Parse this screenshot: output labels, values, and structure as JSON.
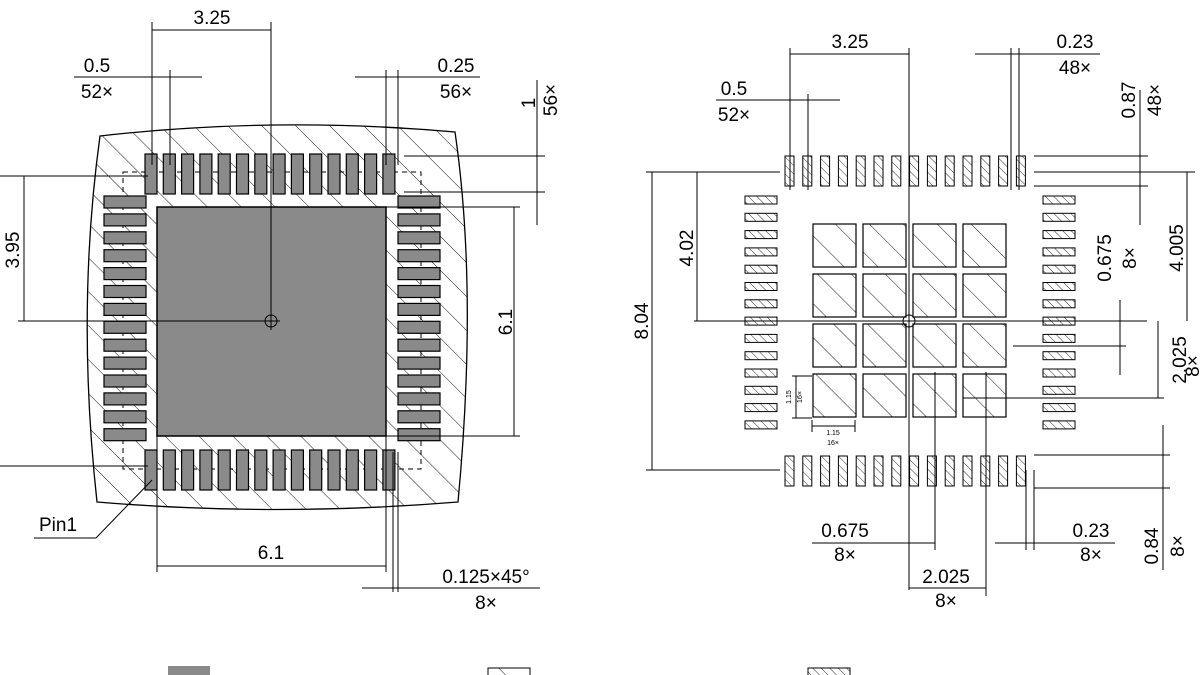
{
  "left_view": {
    "dims": {
      "top_width": "3.25",
      "pitch_val": "0.5",
      "pitch_count": "52×",
      "lead_w_val": "0.25",
      "lead_w_count": "56×",
      "rot_val": "1",
      "rot_count": "56×",
      "left_height": "3.95",
      "right_height": "6.1",
      "bottom_width": "6.1",
      "chamfer_val": "0.125×45°",
      "chamfer_count": "8×"
    },
    "pin1_label": "Pin1"
  },
  "right_view": {
    "dims": {
      "top_width": "3.25",
      "pitch_val": "0.5",
      "pitch_count": "52×",
      "pad_w_val": "0.23",
      "pad_w_count": "48×",
      "r_val1": "0.87",
      "r_count1": "48×",
      "total_h": "8.04",
      "h402": "4.02",
      "p675_val": "0.675",
      "p675_count": "8×",
      "h4005": "4.005",
      "p2025_val": "2.025",
      "p2025_count": "8×",
      "b675_val": "0.675",
      "b675_count": "8×",
      "b2025_val": "2.025",
      "b2025_count": "8×",
      "b023_val": "0.23",
      "b023_count": "8×",
      "b084_val": "0.84",
      "b084_count": "8×",
      "small_a_val": "1.15",
      "small_a_count": "16×",
      "small_b_val": "1.15",
      "small_b_count": "16×"
    }
  },
  "legend": {
    "colors": {
      "solid": "#8a8a8a",
      "hatch": "#000000"
    }
  }
}
